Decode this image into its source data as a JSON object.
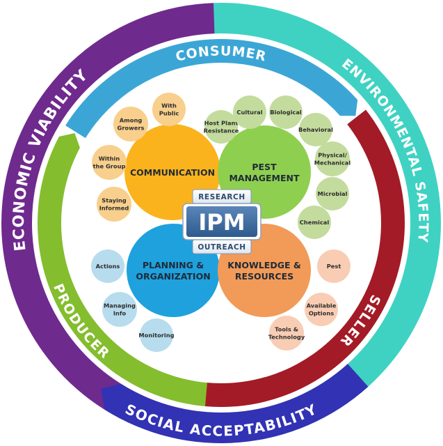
{
  "outer_ring": [
    {
      "label": "ECONOMIC VIABILITY",
      "color": "#6f2a8e"
    },
    {
      "label": "ENVIRONMENTAL SAFETY",
      "color": "#3fd2c3"
    },
    {
      "label": "SOCIAL ACCEPTABILITY",
      "color": "#3232b4"
    }
  ],
  "middle_ring": [
    {
      "label": "CONSUMER",
      "color": "#3ba6d6"
    },
    {
      "label": "SELLER",
      "color": "#a31b26"
    },
    {
      "label": "PRODUCER",
      "color": "#84bd2e"
    }
  ],
  "center": {
    "title": "IPM",
    "top_ribbon": "RESEARCH",
    "bottom_ribbon": "OUTREACH"
  },
  "quadrants": [
    {
      "id": "communication",
      "label_lines": [
        "COMMUNICATION"
      ],
      "color": "#fbb31d",
      "bubble_color": "#f8cf8c",
      "items": [
        {
          "lines": [
            "With",
            "Public"
          ]
        },
        {
          "lines": [
            "Among",
            "Growers"
          ]
        },
        {
          "lines": [
            "Within",
            "the Group"
          ]
        },
        {
          "lines": [
            "Staying",
            "Informed"
          ]
        }
      ]
    },
    {
      "id": "pest-management",
      "label_lines": [
        "PEST",
        "MANAGEMENT"
      ],
      "color": "#8fcf4f",
      "bubble_color": "#c3dc9d",
      "items": [
        {
          "lines": [
            "Host Plant",
            "Resistance"
          ]
        },
        {
          "lines": [
            "Cultural"
          ]
        },
        {
          "lines": [
            "Biological"
          ]
        },
        {
          "lines": [
            "Behavioral"
          ]
        },
        {
          "lines": [
            "Physical/",
            "Mechanical"
          ]
        },
        {
          "lines": [
            "Microbial"
          ]
        },
        {
          "lines": [
            "Chemical"
          ]
        }
      ]
    },
    {
      "id": "planning-organization",
      "label_lines": [
        "PLANNING &",
        "ORGANIZATION"
      ],
      "color": "#1ea1dd",
      "bubble_color": "#b7dcee",
      "items": [
        {
          "lines": [
            "Actions"
          ]
        },
        {
          "lines": [
            "Managing",
            "Info"
          ]
        },
        {
          "lines": [
            "Monitoring"
          ]
        }
      ]
    },
    {
      "id": "knowledge-resources",
      "label_lines": [
        "KNOWLEDGE &",
        "RESOURCES"
      ],
      "color": "#f29a58",
      "bubble_color": "#f8cdb4",
      "items": [
        {
          "lines": [
            "Pest"
          ]
        },
        {
          "lines": [
            "Available",
            "Options"
          ]
        },
        {
          "lines": [
            "Tools &",
            "Technology"
          ]
        }
      ]
    }
  ]
}
